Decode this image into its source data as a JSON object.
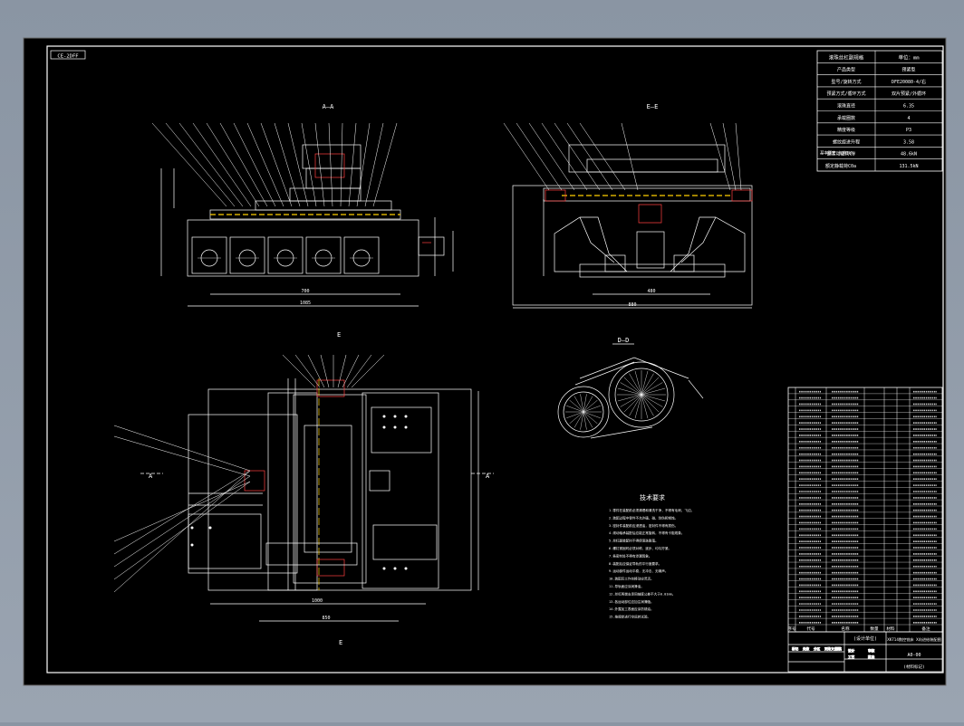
{
  "drawing": {
    "corner_tag": "CE-2DFF",
    "section_labels": {
      "view_aa": "A—A",
      "view_ee": "E—E",
      "view_dd": "D—D",
      "marker_a": "A",
      "marker_e": "E"
    },
    "param_table": {
      "header_left": "滚珠丝杠副规格",
      "header_right": "单位：mm",
      "rows": [
        [
          "产品类型",
          "预紧型"
        ],
        [
          "型号/旋转方式",
          "DFE20080-4/右"
        ],
        [
          "预紧方式/循环方式",
          "双片预紧/外循环"
        ],
        [
          "滚珠直径",
          "6.35"
        ],
        [
          "承载圈数",
          "4"
        ],
        [
          "精度等级",
          "P3"
        ],
        [
          "螺纹旋进升程",
          "3.58"
        ],
        [
          "额定动载荷Ca",
          "48.6kN"
        ],
        [
          "额定静载荷C0a",
          "131.5kN"
        ]
      ],
      "group_label": "基本额定 负荷(kN)"
    },
    "tech_req": {
      "title": "技术要求",
      "items": [
        "1.零件在装配前必须清理和清洗干净，不得有毛刺、飞边。",
        "2.装配过程中零件不允许磕、碰、划伤和锈蚀。",
        "3.密封件装配前应浸透油，密封件不得有损伤。",
        "4.滚动轴承装配后应能正常旋转，不得有卡阻现象。",
        "5.丝杠副装配时不得使滚珠脱落。",
        "6.螺钉紧固时必须对称、逐步、均匀拧紧。",
        "7.各密封处不得有渗漏现象。",
        "8.装配后应保证导轨的平行度要求。",
        "9.运动部件运动平稳，无冲击、无噪声。",
        "10.装配后工作台移动应灵活。",
        "11.导轨面应涂润滑油。",
        "12.丝杠两端支承同轴度公差不大于0.01mm。",
        "13.各运动部位应加注润滑脂。",
        "14.外露加工表面应涂防锈油。",
        "15.按规定进行空运转试验。"
      ]
    },
    "title_block": {
      "design_label": "(设计单位)",
      "drawing_name": "XK714数控铣床 X向进给装配图",
      "drawing_no": "A0-00",
      "material_label": "(材料标记)",
      "row_labels": [
        "标记",
        "处数",
        "分区",
        "更改文件号",
        "签名"
      ],
      "sign_labels": [
        "设计",
        "审核",
        "工艺",
        "批准"
      ]
    },
    "bom_header": [
      "序号",
      "代号",
      "名称",
      "数量",
      "材料",
      "备注"
    ]
  }
}
